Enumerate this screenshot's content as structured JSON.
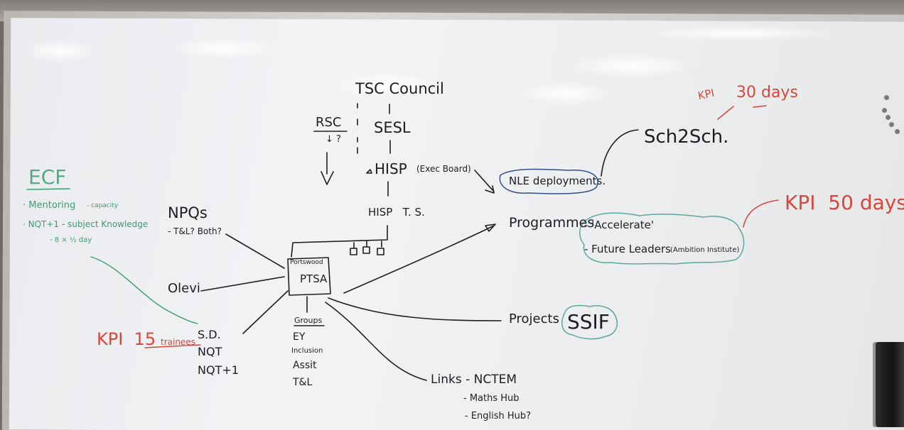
{
  "colors": {
    "ink_black": "#1e1e22",
    "ink_red": "#d9473b",
    "ink_green": "#3e9c72",
    "ink_teal": "#5fa89a",
    "board": "#eef0f2"
  },
  "hierarchy": {
    "top": "TSC Council",
    "sesl": "SESL",
    "rsc": "RSC",
    "rsc_note": "↓ ?",
    "hisp": "HISP",
    "hisp_note": "(Exec Board)",
    "hisp_ts": "HISP   T. S."
  },
  "centre": {
    "name": "Portswood",
    "abbr": "PTSA"
  },
  "left_items": {
    "npqs": "NPQs",
    "npqs_sub": "- T&L? Both?",
    "olevi": "Olevi",
    "sd": "S.D.",
    "nqt": "NQT",
    "nqt1": "NQT+1"
  },
  "groups": {
    "title": "Groups",
    "items": [
      "EY",
      "Inclusion",
      "Assit",
      "T&L"
    ]
  },
  "ecf": {
    "title": "ECF",
    "mentoring": "· Mentoring",
    "mentoring_note": "- capacity",
    "nqt1": "· NQT+1 - subject Knowledge",
    "days": "- 8 × ½ day"
  },
  "right_items": {
    "nle": "NLE deployments.",
    "sch2sch": "Sch2Sch.",
    "programmes": "Programmes",
    "accelerate": "- 'Accelerate'",
    "future_leaders": "- Future Leaders",
    "future_leaders_note": "(Ambition Institute)",
    "projects": "Projects",
    "ssif": "SSIF",
    "links": "Links - NCTEM",
    "maths_hub": "- Maths Hub",
    "english_hub": "- English Hub?"
  },
  "kpis": {
    "kpi_label": "KPI",
    "kpi_30": "30 days",
    "kpi_50": "KPI  50 days",
    "kpi_15": "KPI  15",
    "kpi_15_note": "trainees"
  }
}
